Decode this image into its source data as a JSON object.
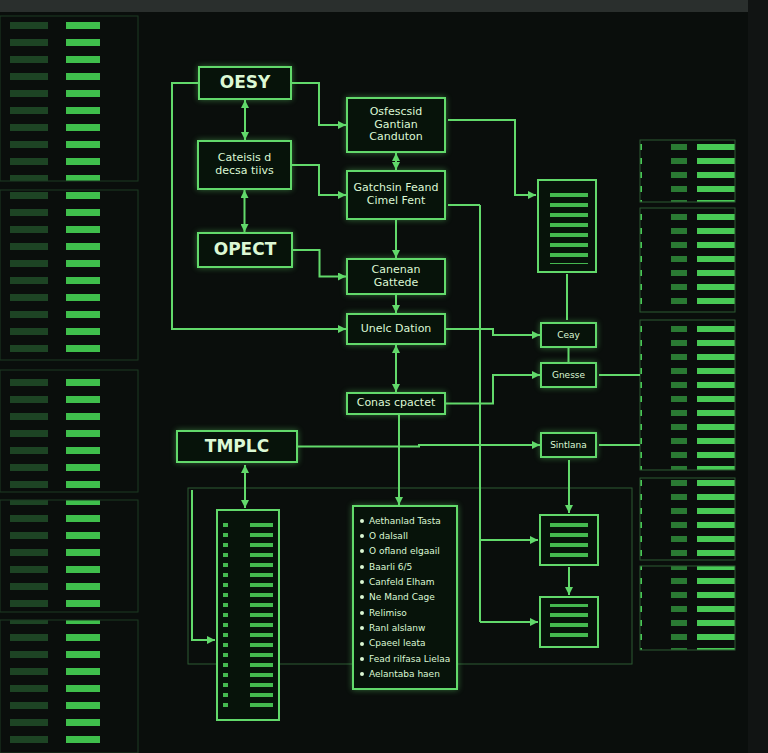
{
  "diagram": {
    "nodes": [
      {
        "text": [
          "OESY"
        ]
      },
      {
        "text": [
          "Cateisis d decsa tiivs"
        ]
      },
      {
        "text": [
          "OPECT"
        ]
      },
      {
        "text": [
          "TMPLC"
        ]
      },
      {
        "text": [
          "Osfescsid Gantian Canduton"
        ]
      },
      {
        "text": [
          "Gatchsin Feand Cimel Fent"
        ]
      },
      {
        "text": [
          "Canenan Gattede"
        ]
      },
      {
        "text": [
          "Unelc Dation"
        ]
      },
      {
        "text": [
          "Conas cpactet"
        ]
      },
      {
        "text": [
          "Aethanlad Tasta",
          "O dalsall",
          "O ofland elgaail",
          "Baarli 6/5",
          "Canfeld Elham",
          "Ne Mand Cage",
          "Relimiso",
          "Ranl alslanw",
          "Cpaeel leata",
          "Fead rilfasa Lielaa",
          "Aelantaba haen"
        ]
      },
      {
        "text": [
          "Ceay"
        ]
      },
      {
        "text": [
          "Gnesse"
        ]
      },
      {
        "text": [
          "Sintlana"
        ]
      }
    ],
    "edges": [
      {
        "from": 0,
        "to": 1,
        "arrow": "both"
      },
      {
        "from": 1,
        "to": 2,
        "arrow": "both"
      },
      {
        "from": 0,
        "to": 4,
        "arrow": "to"
      },
      {
        "from": 1,
        "to": 5,
        "arrow": "to"
      },
      {
        "from": 2,
        "to": 6,
        "arrow": "to"
      },
      {
        "from": 4,
        "to": 5,
        "arrow": "both"
      },
      {
        "from": 5,
        "to": 6,
        "arrow": "to"
      },
      {
        "from": 6,
        "to": 7,
        "arrow": "to"
      },
      {
        "from": 7,
        "to": 8,
        "arrow": "both"
      },
      {
        "from": 8,
        "to": 9,
        "arrow": "to"
      },
      {
        "from": 7,
        "to": 10,
        "arrow": "to"
      },
      {
        "from": 8,
        "to": 11,
        "arrow": "to"
      },
      {
        "from": 3,
        "to": 12,
        "arrow": "to"
      },
      {
        "from": 0,
        "to": 7,
        "arrow": "to"
      },
      {
        "from": 10,
        "to": 11,
        "arrow": "none"
      }
    ]
  }
}
